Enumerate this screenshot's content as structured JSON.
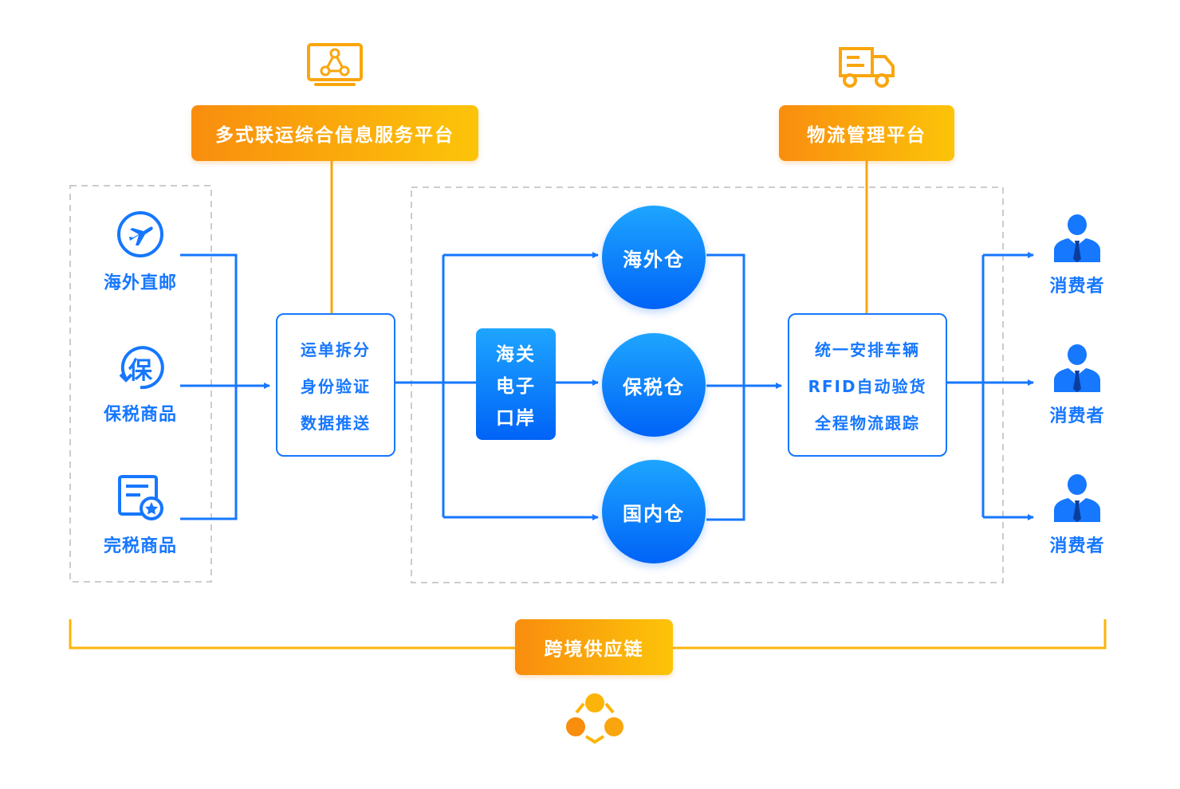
{
  "top_platforms": {
    "info_platform": {
      "label": "多式联运综合信息服务平台",
      "icon": "network-monitor-icon"
    },
    "logistics_platform": {
      "label": "物流管理平台",
      "icon": "delivery-truck-icon"
    }
  },
  "sources": [
    {
      "label": "海外直邮",
      "icon": "airplane-icon"
    },
    {
      "label": "保税商品",
      "icon": "bonded-bao-icon",
      "icon_text": "保"
    },
    {
      "label": "完税商品",
      "icon": "tax-paid-card-icon"
    }
  ],
  "info_box": {
    "lines": [
      "运单拆分",
      "身份验证",
      "数据推送"
    ]
  },
  "customs": {
    "lines": [
      "海关",
      "电子",
      "口岸"
    ]
  },
  "warehouses": [
    {
      "label": "海外仓"
    },
    {
      "label": "保税仓"
    },
    {
      "label": "国内仓"
    }
  ],
  "logistics_box": {
    "lines": [
      "统一安排车辆",
      "RFID自动验货",
      "全程物流跟踪"
    ]
  },
  "consumers": [
    {
      "label": "消费者",
      "icon": "person-icon"
    },
    {
      "label": "消费者",
      "icon": "person-icon"
    },
    {
      "label": "消费者",
      "icon": "person-icon"
    }
  ],
  "supply_chain": {
    "label": "跨境供应链",
    "icon": "supply-chain-nodes-icon"
  },
  "colors": {
    "blue": "#1677FF",
    "orange": "#F98D0E",
    "yellow": "#FCC409",
    "dash": "#CCCCCC"
  }
}
